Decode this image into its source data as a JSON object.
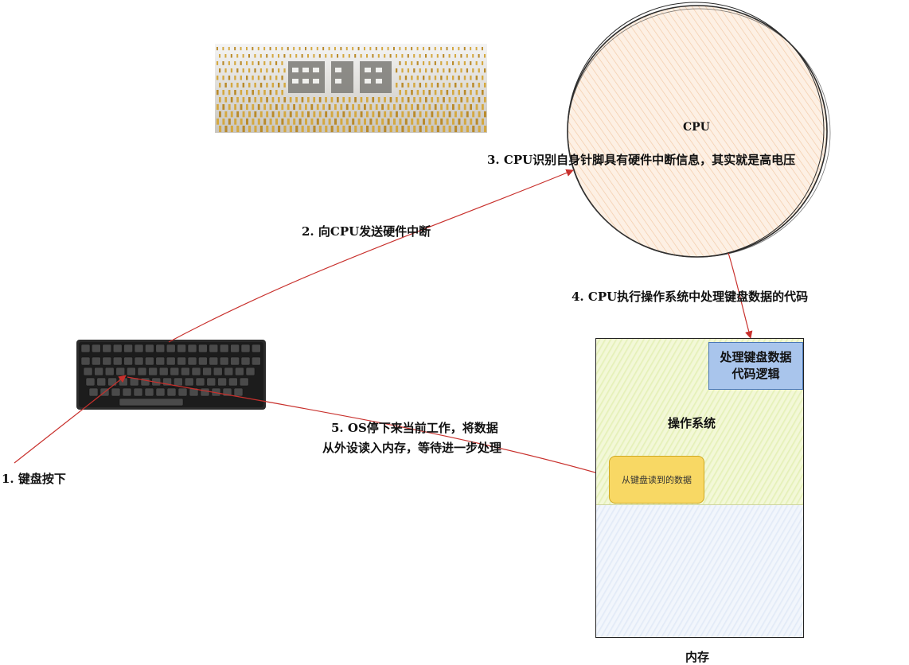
{
  "cpu": {
    "title": "CPU",
    "note": "3. CPU识别自身针脚具有硬件中断信息，其实就是高电压"
  },
  "steps": {
    "step1": "1. 键盘按下",
    "step2": "2. 向CPU发送硬件中断",
    "step4": "4. CPU执行操作系统中处理键盘数据的代码",
    "step5_line1": "5. OS停下来当前工作，将数据",
    "step5_line2": "从外设读入内存，等待进一步处理"
  },
  "memory": {
    "label": "内存",
    "os_label": "操作系统",
    "code_box_line1": "处理键盘数据",
    "code_box_line2": "代码逻辑",
    "data_box": "从键盘读到的数据"
  },
  "colors": {
    "arrow": "#c8302c",
    "cpu_fill": "#fbe3cf",
    "os_fill": "#eef6c8",
    "code_box": "#a9c5ec",
    "data_box": "#f8d864",
    "free_fill": "#e8eef9"
  }
}
